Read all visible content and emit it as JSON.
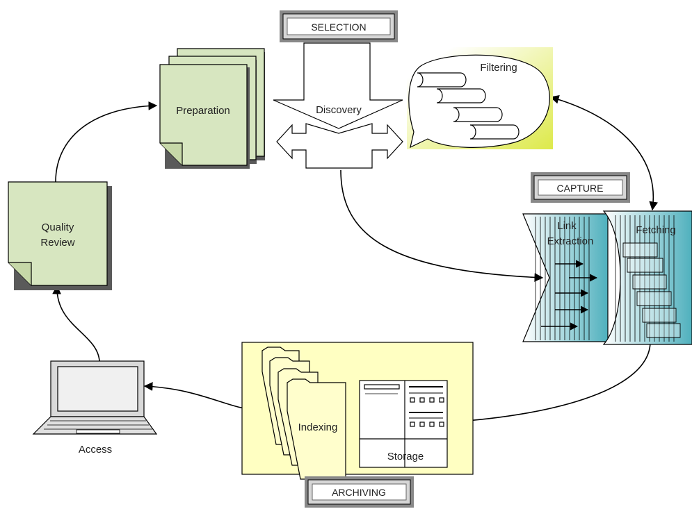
{
  "labels": {
    "selection": "SELECTION",
    "capture": "CAPTURE",
    "archiving": "ARCHIVING",
    "discovery": "Discovery",
    "filtering": "Filtering",
    "preparation": "Preparation",
    "quality_line1": "Quality",
    "quality_line2": "Review",
    "link_line1": "Link",
    "link_line2": "Extraction",
    "fetching": "Fetching",
    "indexing": "Indexing",
    "storage": "Storage",
    "access": "Access"
  },
  "colors": {
    "doc_green": "#d7e6c0",
    "storage_fill": "#fffecc",
    "archive_panel": "#ffffc2",
    "filter_gradient_start": "#ffffff",
    "filter_gradient_end": "#e0f05a",
    "capture_teal": "#5bb7c2",
    "stroke": "#000000"
  },
  "icons": {
    "access": "laptop-icon",
    "indexing": "folder-stack-icon",
    "storage": "server-cabinet-icon",
    "filtering": "scroll-bubble-icon"
  }
}
